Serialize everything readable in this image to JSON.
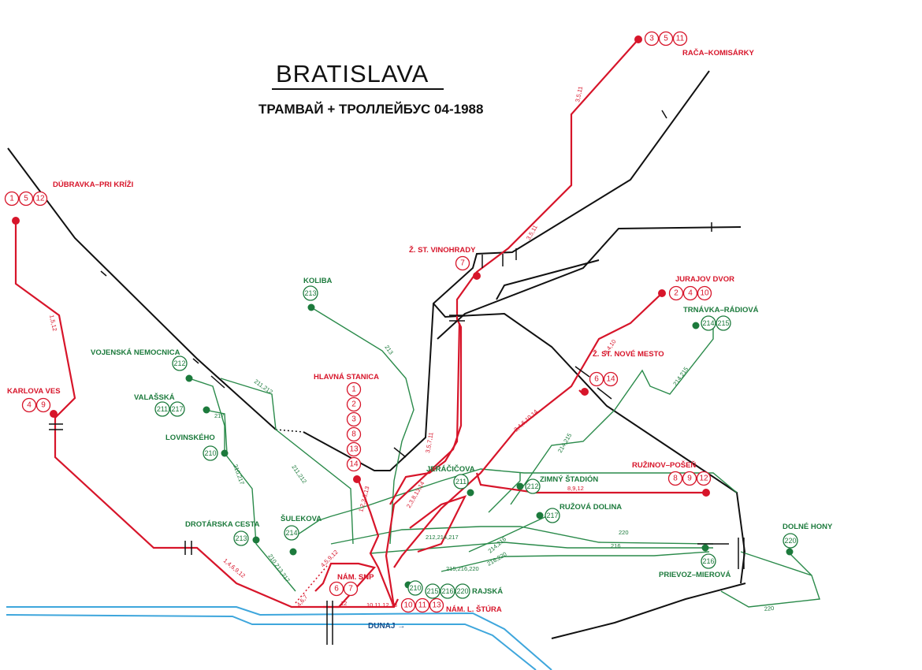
{
  "title": "BRATISLAVA",
  "subtitle": "ТРАМВАЙ + ТРОЛЛЕЙБУС 04-1988",
  "river_label": "DUNAJ →",
  "colors": {
    "tram": "#d7152a",
    "trolley": "#1c7a3c",
    "rail": "#111111",
    "river": "#3ea6dc"
  },
  "stops_red": [
    {
      "name": "RAČA–KOMISÁRKY",
      "routes": [
        "3",
        "5",
        "11"
      ]
    },
    {
      "name": "DÚBRAVKA–PRI KRÍŽI",
      "routes": [
        "1",
        "5",
        "12"
      ]
    },
    {
      "name": "KARLOVA VES",
      "routes": [
        "4",
        "9"
      ]
    },
    {
      "name": "Ž. ST. VINOHRADY",
      "routes": [
        "7"
      ]
    },
    {
      "name": "JURAJOV DVOR",
      "routes": [
        "2",
        "4",
        "10"
      ]
    },
    {
      "name": "Ž. ST. NOVÉ MESTO",
      "routes": [
        "6",
        "14"
      ]
    },
    {
      "name": "RUŽINOV–POŠEŇ",
      "routes": [
        "8",
        "9",
        "12"
      ]
    },
    {
      "name": "HLAVNÁ STANICA",
      "routes": [
        "1",
        "2",
        "3",
        "8",
        "13",
        "14"
      ]
    },
    {
      "name": "NÁM. SNP",
      "routes": [
        "6",
        "7"
      ]
    },
    {
      "name": "NÁM. L. ŠTÚRA",
      "routes": [
        "10",
        "11",
        "13"
      ]
    }
  ],
  "stops_green": [
    {
      "name": "KOLIBA",
      "routes": [
        "213"
      ]
    },
    {
      "name": "VOJENSKÁ NEMOCNICA",
      "routes": [
        "212"
      ]
    },
    {
      "name": "VALAŠSKÁ",
      "routes": [
        "211",
        "217"
      ]
    },
    {
      "name": "LOVINSKÉHO",
      "routes": [
        "210"
      ]
    },
    {
      "name": "DROTÁRSKA CESTA",
      "routes": [
        "213"
      ]
    },
    {
      "name": "ŠULEKOVA",
      "routes": [
        "214"
      ]
    },
    {
      "name": "TRNÁVKA–RÁDIOVÁ",
      "routes": [
        "214",
        "215"
      ]
    },
    {
      "name": "JERÁČIČOVA",
      "routes": [
        "211"
      ]
    },
    {
      "name": "ZIMNÝ ŠTADIÓN",
      "routes": [
        "212"
      ]
    },
    {
      "name": "RUŽOVÁ DOLINA",
      "routes": [
        "217"
      ]
    },
    {
      "name": "DOLNÉ HONY",
      "routes": [
        "220"
      ]
    },
    {
      "name": "PRIEVOZ–MIEROVÁ",
      "routes": [
        "216"
      ]
    },
    {
      "name": "RAJSKÁ",
      "routes": [
        "210",
        "215",
        "216",
        "220"
      ]
    }
  ],
  "segment_labels_red": [
    "3,5,11",
    "3,5,11",
    "1,5,12",
    "4,5,9,12",
    "1,4,6,9,12",
    "4,6,7",
    "12",
    "10,11,12,13",
    "1,2,3,8,13",
    "2,4,6,10,14",
    "2,4,10",
    "8,9,12",
    "3,5,7,11",
    "2,3,8,13,14"
  ],
  "segment_labels_green": [
    "213",
    "211,212",
    "217",
    "210,217",
    "211,212",
    "210,213,217",
    "214,215",
    "214,215",
    "212,214,217",
    "216",
    "220",
    "216,220",
    "215,216,220",
    "220",
    "214,216"
  ]
}
